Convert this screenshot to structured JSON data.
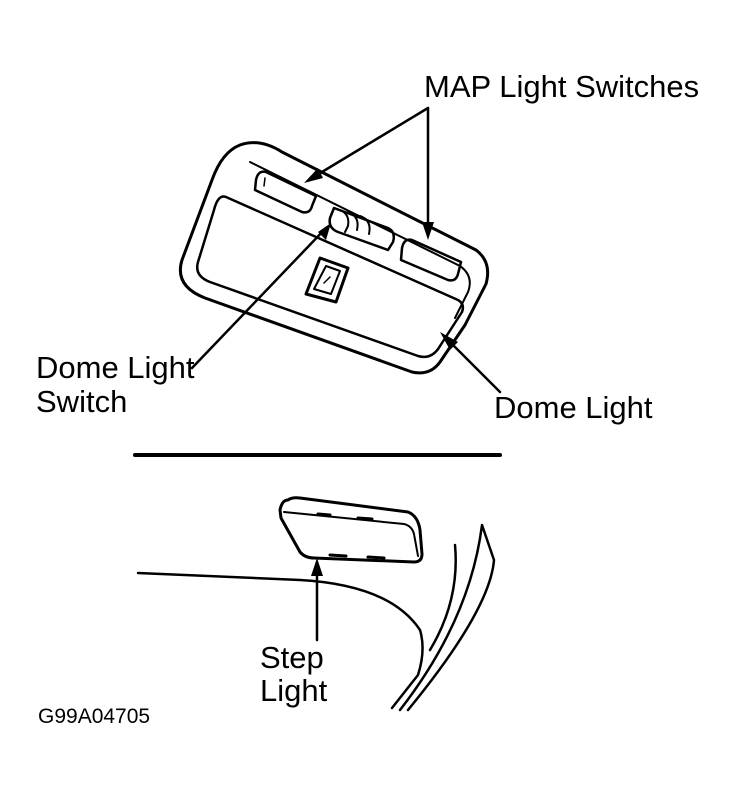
{
  "labels": {
    "map_light_switches": "MAP Light Switches",
    "dome_light_switch_line1": "Dome Light",
    "dome_light_switch_line2": "Switch",
    "dome_light": "Dome Light",
    "step_light_line1": "Step",
    "step_light_line2": "Light"
  },
  "figure_code": "G99A04705",
  "colors": {
    "ink": "#000000",
    "background": "#ffffff"
  }
}
